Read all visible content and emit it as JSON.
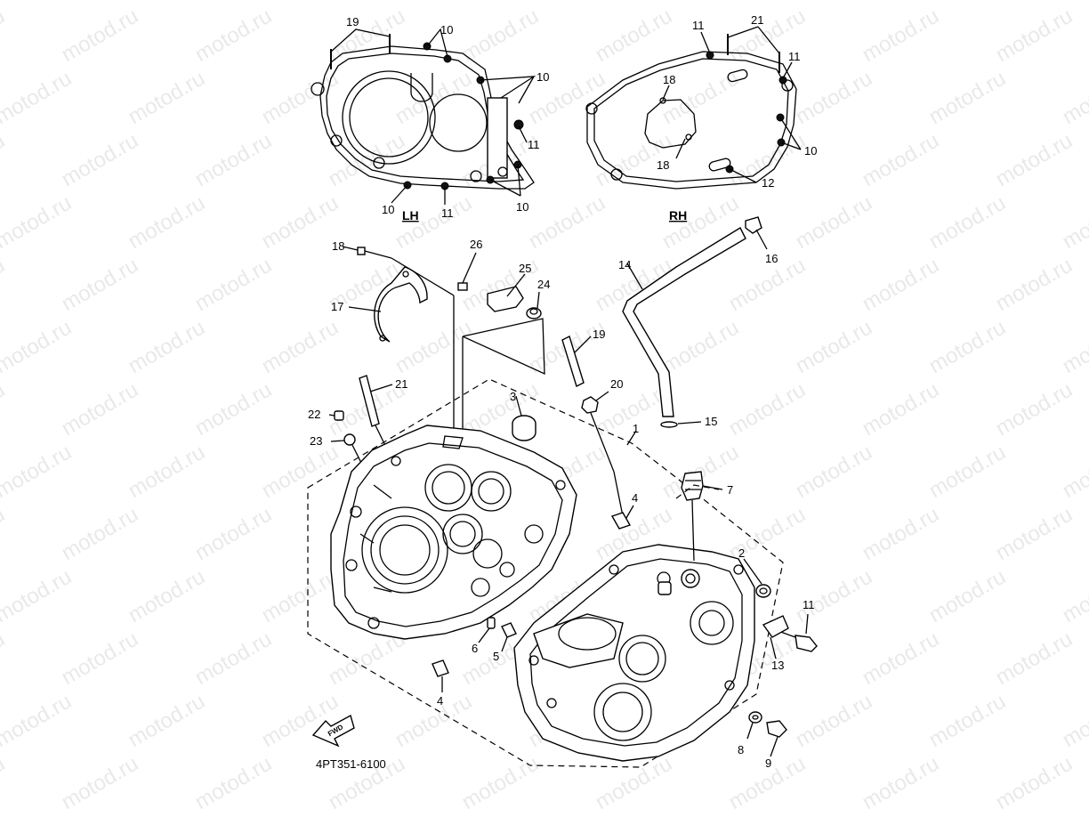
{
  "watermark": "motod.ru",
  "diagram_code": "4PT351-6100",
  "side_labels": {
    "left": "LH",
    "right": "RH"
  },
  "forward_marker": "FWD",
  "callouts": {
    "lh_19": "19",
    "lh_10a": "10",
    "lh_10b": "10",
    "lh_11a": "11",
    "lh_10c": "10",
    "lh_11b": "11",
    "lh_10d": "10",
    "rh_11a": "11",
    "rh_21": "21",
    "rh_11b": "11",
    "rh_18a": "18",
    "rh_18b": "18",
    "rh_10": "10",
    "rh_12": "12",
    "c18": "18",
    "c26": "26",
    "c25": "25",
    "c24": "24",
    "c17": "17",
    "c14": "14",
    "c16": "16",
    "c19": "19",
    "c21": "21",
    "c20": "20",
    "c3": "3",
    "c22": "22",
    "c23": "23",
    "c15": "15",
    "c1": "1",
    "c7": "7",
    "c4a": "4",
    "c2": "2",
    "c11": "11",
    "c13": "13",
    "c6": "6",
    "c5": "5",
    "c4b": "4",
    "c8": "8",
    "c9": "9"
  }
}
